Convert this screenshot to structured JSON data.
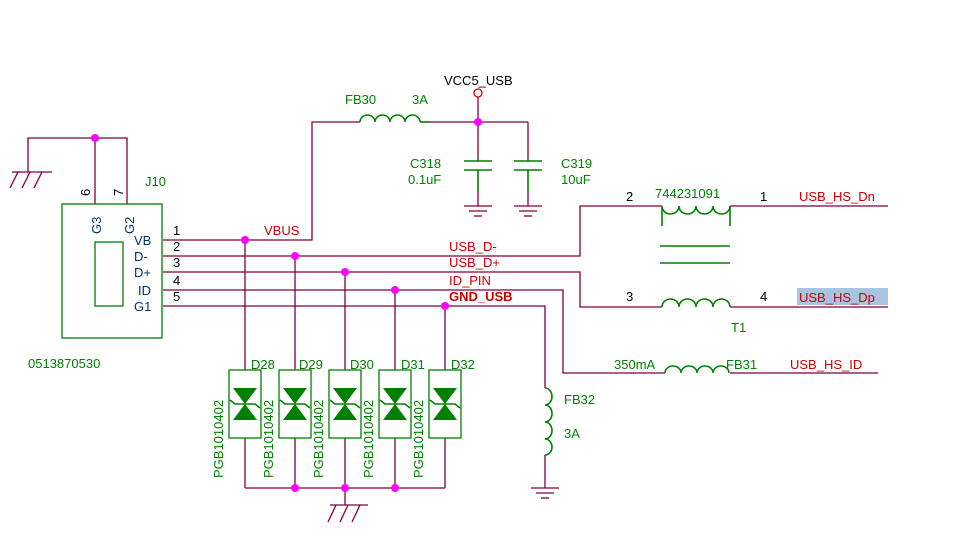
{
  "connector": {
    "ref": "J10",
    "part": "0513870530",
    "pin_g3": "G3",
    "pin_g2": "G2",
    "pin_vb": "VB",
    "pin_dm": "D-",
    "pin_dp": "D+",
    "pin_id": "ID",
    "pin_g1": "G1",
    "num6": "6",
    "num7": "7",
    "num1": "1",
    "num2": "2",
    "num3": "3",
    "num4": "4",
    "num5": "5"
  },
  "nets": {
    "vbus": "VBUS",
    "usb_dm": "USB_D-",
    "usb_dp": "USB_D+",
    "id_pin": "ID_PIN",
    "gnd_usb": "GND_USB",
    "vcc5": "VCC5_USB",
    "hs_dn": "USB_HS_Dn",
    "hs_dp": "USB_HS_Dp",
    "hs_id": "USB_HS_ID"
  },
  "ferrites": {
    "fb30": "FB30",
    "fb30_rating": "3A",
    "fb31": "FB31",
    "fb31_rating": "350mA",
    "fb32": "FB32",
    "fb32_rating": "3A"
  },
  "capacitors": {
    "c318": "C318",
    "c318_value": "0.1uF",
    "c319": "C319",
    "c319_value": "10uF"
  },
  "choke": {
    "ref": "T1",
    "part": "744231091",
    "p1": "1",
    "p2": "2",
    "p3": "3",
    "p4": "4"
  },
  "diodes": {
    "refs": [
      "D28",
      "D29",
      "D30",
      "D31",
      "D32"
    ],
    "parts": [
      "PGB1010402",
      "PGB1010402",
      "PGB1010402",
      "PGB1010402",
      "PGB1010402"
    ]
  },
  "colors": {
    "wire": "#800040",
    "component": "#008000",
    "net_label": "#cc0000",
    "junction": "#ff00ff",
    "selection": "#a8c4e0"
  }
}
